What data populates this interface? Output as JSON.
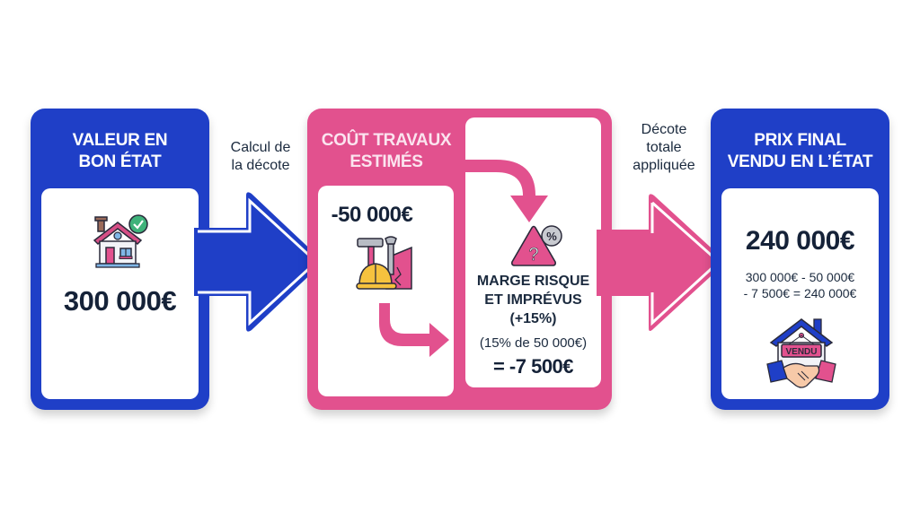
{
  "colors": {
    "blue": "#1f3fc7",
    "pink": "#e2518e",
    "text_dark": "#152238",
    "white": "#ffffff"
  },
  "steps": [
    {
      "id": "valeur",
      "title_line1": "VALEUR EN",
      "title_line2": "BON ÉTAT",
      "icon": "house-check-icon",
      "value": "300 000€"
    },
    {
      "id": "travaux",
      "title_line1": "COÛT TRAVAUX",
      "title_line2": "ESTIMÉS",
      "value": "-50 000€",
      "icon": "tools-helmet-icon"
    },
    {
      "id": "marge",
      "icon": "warning-percent-icon",
      "title_line1": "MARGE RISQUE",
      "title_line2": "ET IMPRÉVUS",
      "title_line3": "(+15%)",
      "detail": "(15% de 50 000€)",
      "value": "= -7 500€"
    },
    {
      "id": "final",
      "title_line1": "PRIX FINAL",
      "title_line2": "VENDU EN L’ÉTAT",
      "value": "240 000€",
      "formula_line1": "300 000€ - 50 000€",
      "formula_line2": "- 7 500€ = 240 000€",
      "icon": "sold-house-handshake-icon",
      "sign_text": "VENDU"
    }
  ],
  "connectors": [
    {
      "label_line1": "Calcul de",
      "label_line2": "la décote"
    },
    {
      "label_line1": "Décote",
      "label_line2": "totale",
      "label_line3": "appliquée"
    }
  ]
}
